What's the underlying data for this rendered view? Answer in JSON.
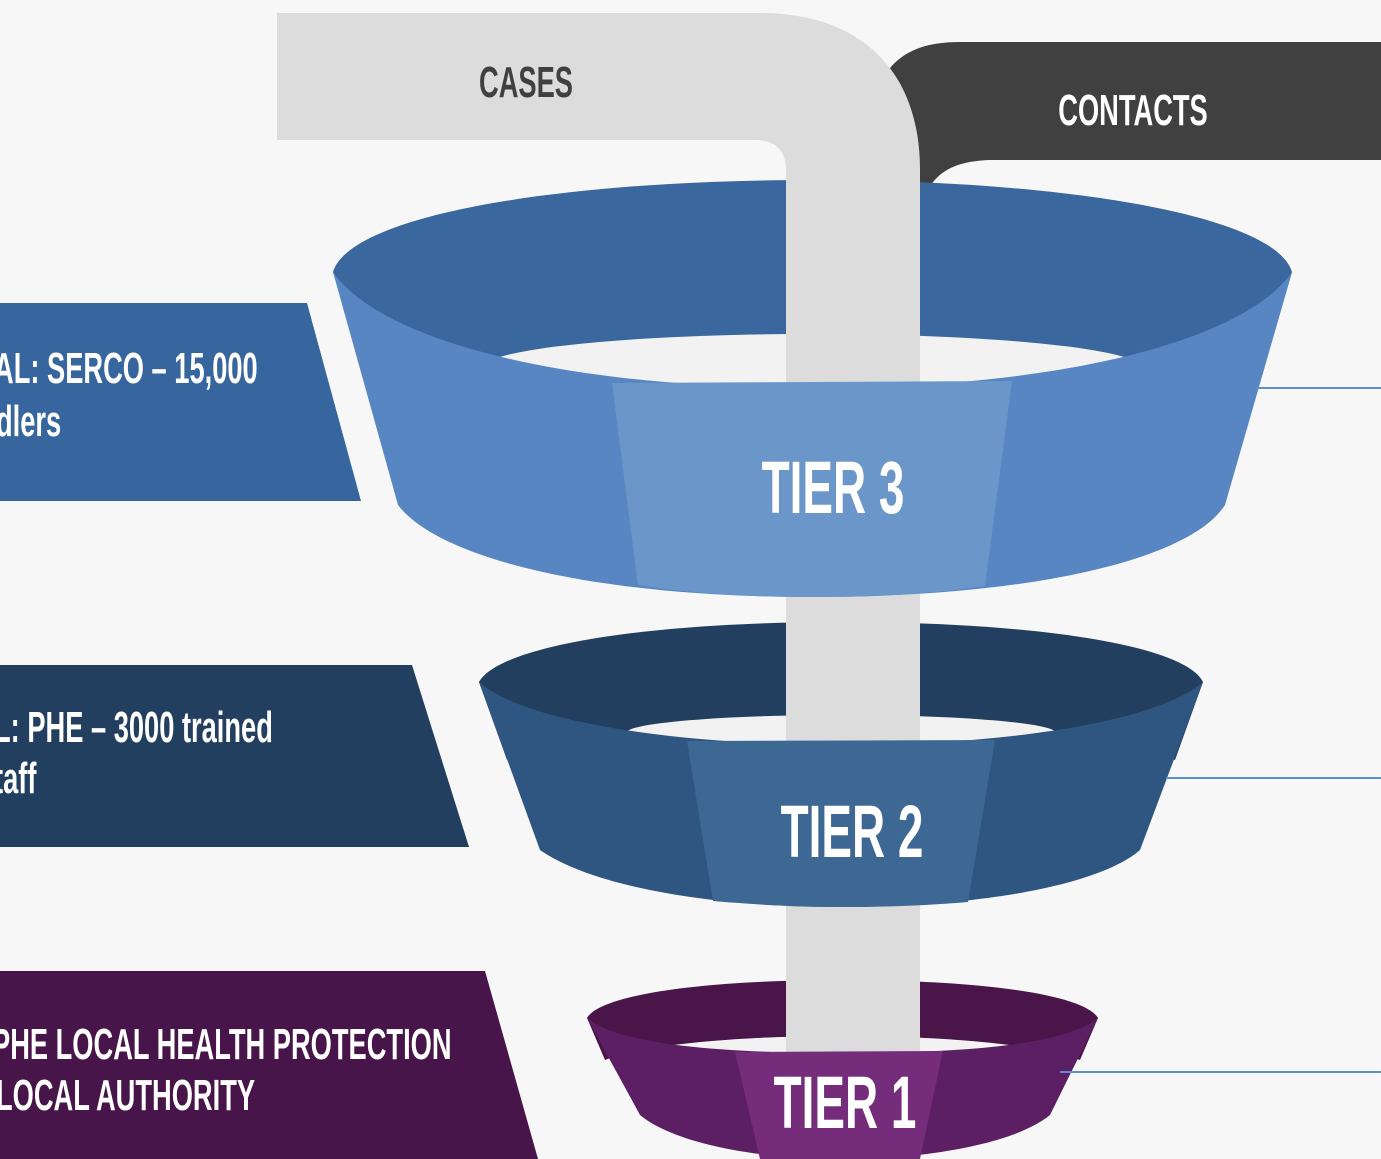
{
  "streams": {
    "cases": "CASES",
    "contacts": "CONTACTS"
  },
  "tiers": [
    {
      "id": "tier3",
      "label": "TIER 3",
      "side_lines": [
        "AL: SERCO – 15,000",
        "dlers"
      ],
      "colors": {
        "rim": "#3a679e",
        "band": "#5886c2",
        "highlight": "#6b96ca",
        "panel": "#37659d"
      }
    },
    {
      "id": "tier2",
      "label": "TIER 2",
      "side_lines": [
        "L: PHE – 3000 trained",
        "taff"
      ],
      "colors": {
        "rim": "#233f5f",
        "band": "#2f5680",
        "highlight": "#3c6893",
        "panel": "#233f5f"
      }
    },
    {
      "id": "tier1",
      "label": "TIER 1",
      "side_lines": [
        "PHE LOCAL HEALTH PROTECTION",
        "LOCAL AUTHORITY"
      ],
      "colors": {
        "rim": "#4a1649",
        "band": "#5c1f63",
        "highlight": "#742c7b",
        "panel": "#47154a"
      }
    }
  ],
  "colors": {
    "cases_pipe": "#dcdcdc",
    "contacts_pipe": "#404040",
    "cases_text": "#404040",
    "contacts_text": "#ffffff",
    "connector": "#5b8fd0",
    "tier_text": "#ffffff",
    "background": "#f7f7f8"
  }
}
